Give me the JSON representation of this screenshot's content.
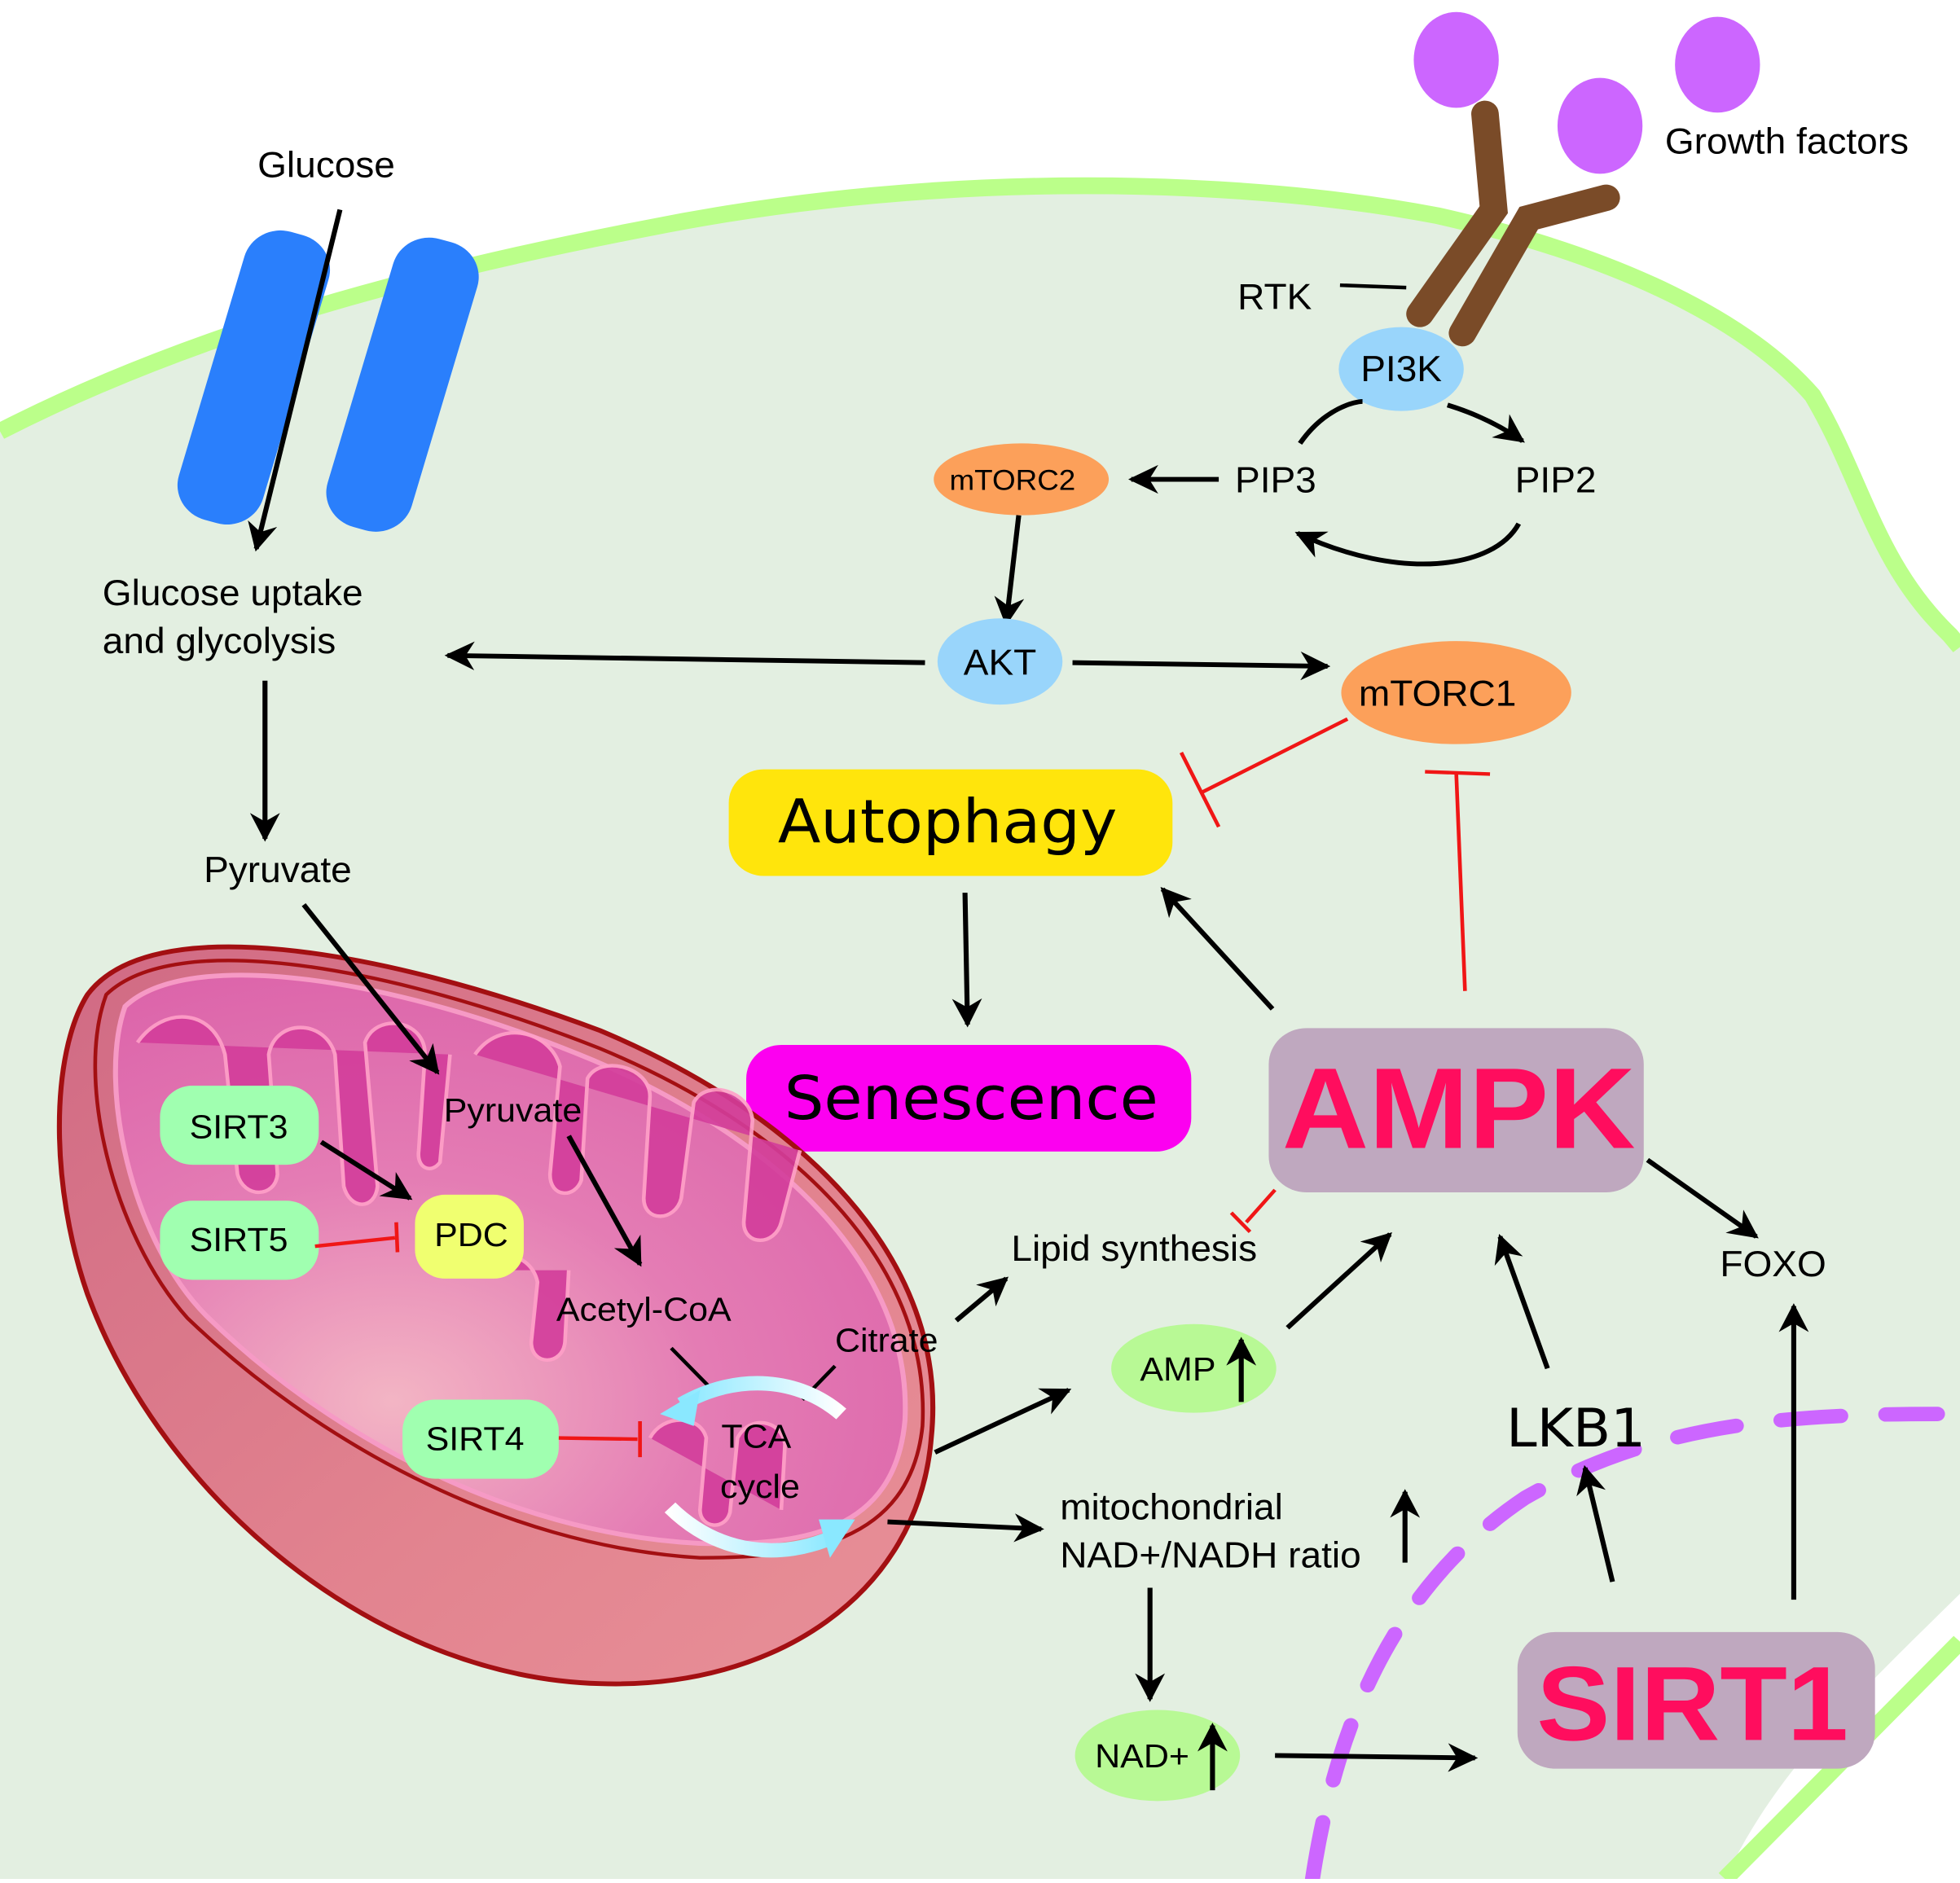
{
  "diagram": {
    "extracellular": {
      "glucose": "Glucose",
      "growth_factors": "Growth factors",
      "rtk": "RTK"
    },
    "nodes": {
      "glucose_uptake_line1": "Glucose uptake",
      "glucose_uptake_line2": "and glycolysis",
      "pyruvate_cyto": "Pyruvate",
      "pi3k": "PI3K",
      "pip3": "PIP3",
      "pip2": "PIP2",
      "mtorc2": "mTORC2",
      "akt": "AKT",
      "mtorc1": "mTORC1",
      "autophagy": "Autophagy",
      "senescence": "Senescence",
      "ampk": "AMPK",
      "sirt1": "SIRT1",
      "lipid_synthesis": "Lipid synthesis",
      "foxo": "FOXO",
      "lkb1": "LKB1",
      "amp": "AMP",
      "nad_plus": "NAD+",
      "nad_ratio_line1": "mitochondrial",
      "nad_ratio_line2": "NAD+/NADH ratio"
    },
    "mitochondrion": {
      "pyruvate": "Pyruvate",
      "sirt3": "SIRT3",
      "sirt5": "SIRT5",
      "sirt4": "SIRT4",
      "pdc": "PDC",
      "acetyl_coa": "Acetyl-CoA",
      "citrate": "Citrate",
      "tca_line1": "TCA",
      "tca_line2": "cycle"
    },
    "colors": {
      "cell_fill": "#e3efe1",
      "membrane": "#bbff8a",
      "glut_transporter": "#2a7ffc",
      "receptor": "#7a4b28",
      "growth_factor": "#cc66ff",
      "pi3k_akt": "#99d5fb",
      "mtorc": "#fca05a",
      "autophagy": "#ffe50c",
      "senescence": "#fc00f0",
      "ampk_sirt1_box": "#bfa8bf",
      "ampk_sirt1_text": "#ff0d5e",
      "sirt_small": "#a0ffb0",
      "pdc": "#f0ff70",
      "metabolite_oval": "#b8f995",
      "nucleus_dash": "#cc66ff",
      "inhibition": "#f01616",
      "mito_outer": "#d6707e",
      "mito_inner": "#e060a8",
      "tca_arrow": "#8ae8ff"
    }
  }
}
